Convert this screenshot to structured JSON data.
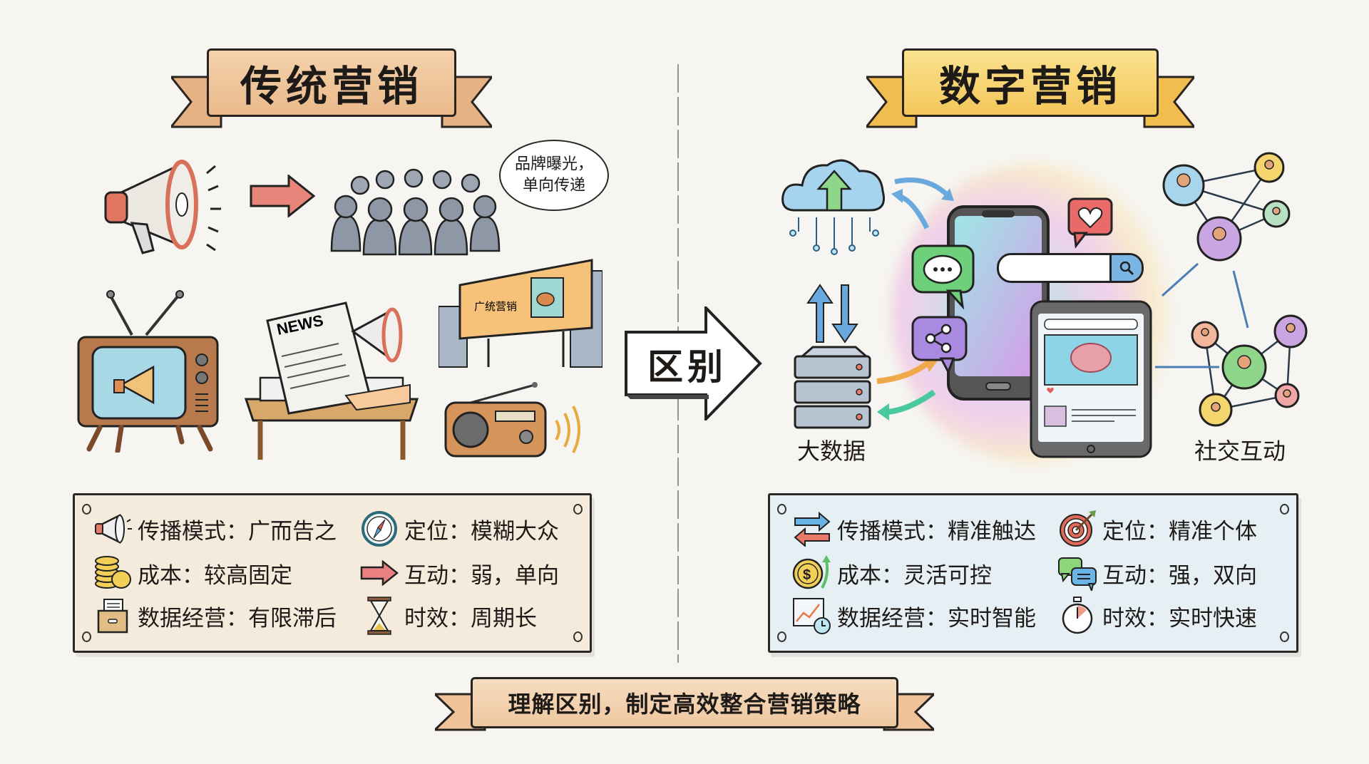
{
  "titles": {
    "traditional": "传统营销",
    "digital": "数字营销"
  },
  "traditional_scene": {
    "speech_bubble": [
      "品牌曝光，",
      "单向传递"
    ],
    "newspaper_label": "NEWS",
    "billboard_text": "广统营销",
    "media": [
      "megaphone",
      "crowd",
      "tv",
      "newspaper",
      "billboard",
      "radio"
    ]
  },
  "center": {
    "arrow_label": "区别"
  },
  "digital_scene": {
    "big_data_label": "大数据",
    "social_label": "社交互动",
    "elements": [
      "cloud",
      "server",
      "smartphone",
      "tablet",
      "search-bar",
      "chat-bubble",
      "share-bubble",
      "heart-bubble",
      "social-network"
    ]
  },
  "traditional_panel": {
    "items": [
      {
        "icon": "megaphone-icon",
        "label": "传播模式：广而告之"
      },
      {
        "icon": "compass-icon",
        "label": "定位：模糊大众"
      },
      {
        "icon": "coins-icon",
        "label": "成本：较高固定"
      },
      {
        "icon": "arrow-right-icon",
        "label": "互动：弱，单向"
      },
      {
        "icon": "file-box-icon",
        "label": "数据经营：有限滞后"
      },
      {
        "icon": "hourglass-icon",
        "label": "时效：周期长"
      }
    ]
  },
  "digital_panel": {
    "items": [
      {
        "icon": "two-way-arrows-icon",
        "label": "传播模式：精准触达"
      },
      {
        "icon": "target-icon",
        "label": "定位：精准个体"
      },
      {
        "icon": "dollar-coin-up-icon",
        "label": "成本：灵活可控"
      },
      {
        "icon": "chat-bubbles-icon",
        "label": "互动：强，双向"
      },
      {
        "icon": "chart-clock-icon",
        "label": "数据经营：实时智能"
      },
      {
        "icon": "stopwatch-icon",
        "label": "时效：实时快速"
      }
    ]
  },
  "bottom_banner": {
    "text": "理解区别，制定高效整合营销策略"
  },
  "colors": {
    "traditional_ribbon": "#eab98a",
    "digital_ribbon": "#f3c65a",
    "traditional_panel_bg": "#f5ebdc",
    "digital_panel_bg": "#e6eff3",
    "accent_red": "#e8786a",
    "accent_blue": "#5b9bd5"
  }
}
